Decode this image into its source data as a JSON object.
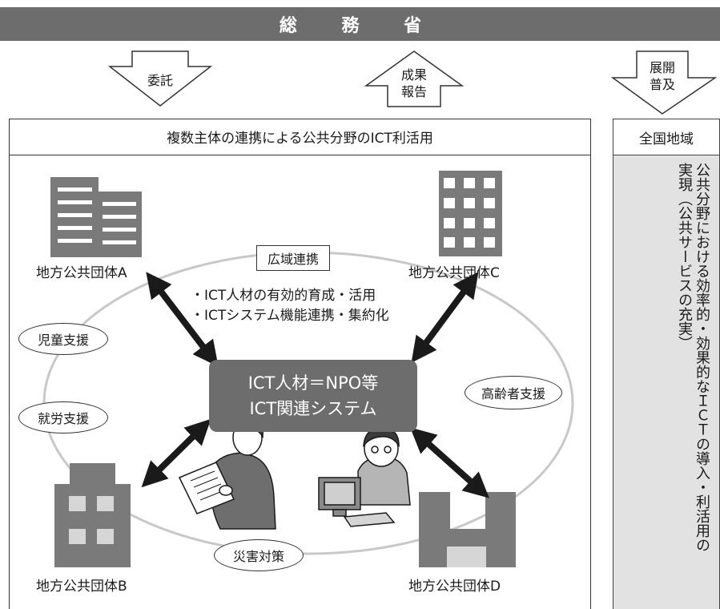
{
  "top_bar": {
    "title": "総 務 省"
  },
  "arrows": {
    "commission": "委託",
    "report_line1": "成果",
    "report_line2": "報告",
    "deploy_line1": "展開",
    "deploy_line2": "普及"
  },
  "main": {
    "header": "複数主体の連携による公共分野のICT利活用",
    "regional_cooperation": "広域連携",
    "bullets": [
      "・ICT人材の有効的育成・活用",
      "・ICTシステム機能連携・集約化"
    ],
    "center_line1": "ICT人材＝NPO等",
    "center_line2": "ICT関連システム",
    "support_items": {
      "child": "児童支援",
      "employment": "就労支援",
      "elderly": "高齢者支援",
      "disaster": "災害対策"
    },
    "entities": {
      "a": "地方公共団体A",
      "b": "地方公共団体B",
      "c": "地方公共団体C",
      "d": "地方公共団体D"
    }
  },
  "side": {
    "header": "全国地域",
    "body": "公共分野における効率的・効果的なＩＣＴの導入・利活用の実現（公共サービスの充実）"
  },
  "colors": {
    "bar": "#6d6d6d",
    "building": "#7a7a7a",
    "ellipse": "#c8c8c8",
    "side_panel": "#e2e2e2"
  }
}
